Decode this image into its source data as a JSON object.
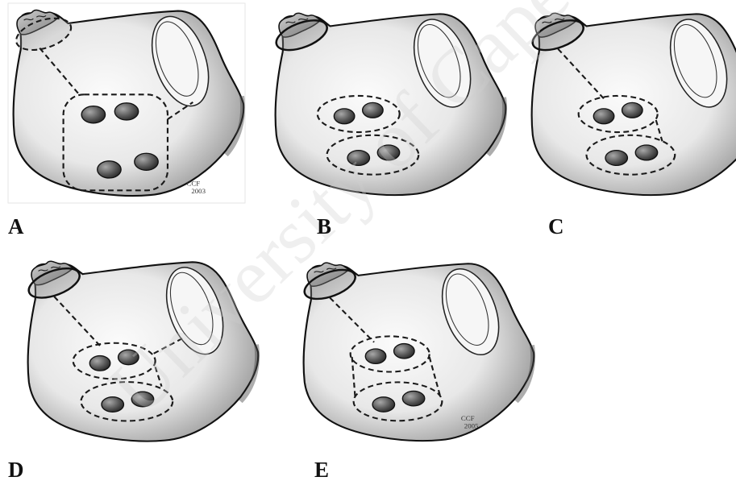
{
  "figure": {
    "panels": [
      {
        "label": "A",
        "laa_isolation": "dashed",
        "pv_encircling": "single-box",
        "mitral_line": true,
        "box_connector": false,
        "credit": "CCF\n2003"
      },
      {
        "label": "B",
        "laa_isolation": "solid",
        "pv_encircling": "two-ovals",
        "mitral_line": false,
        "box_connector": false,
        "credit": ""
      },
      {
        "label": "C",
        "laa_isolation": "solid",
        "pv_encircling": "two-ovals",
        "mitral_line": false,
        "box_connector": true,
        "credit": ""
      },
      {
        "label": "D",
        "laa_isolation": "solid",
        "pv_encircling": "two-ovals",
        "mitral_line": true,
        "box_connector": true,
        "credit": ""
      },
      {
        "label": "E",
        "laa_isolation": "solid",
        "pv_encircling": "two-ovals",
        "mitral_line": false,
        "box_connector": true,
        "credit": "CCF\n2005"
      }
    ],
    "labels": {
      "a": "A",
      "b": "B",
      "c": "C",
      "d": "D",
      "e": "E"
    },
    "credits": {
      "a_line1": "CCF",
      "a_line2": "2003",
      "e_line1": "CCF",
      "e_line2": "2005"
    },
    "watermark": "University of Cape"
  },
  "colors": {
    "ink": "#111111",
    "atrium_light": "#f2f2f2",
    "atrium_dark": "#6e6e6e"
  }
}
